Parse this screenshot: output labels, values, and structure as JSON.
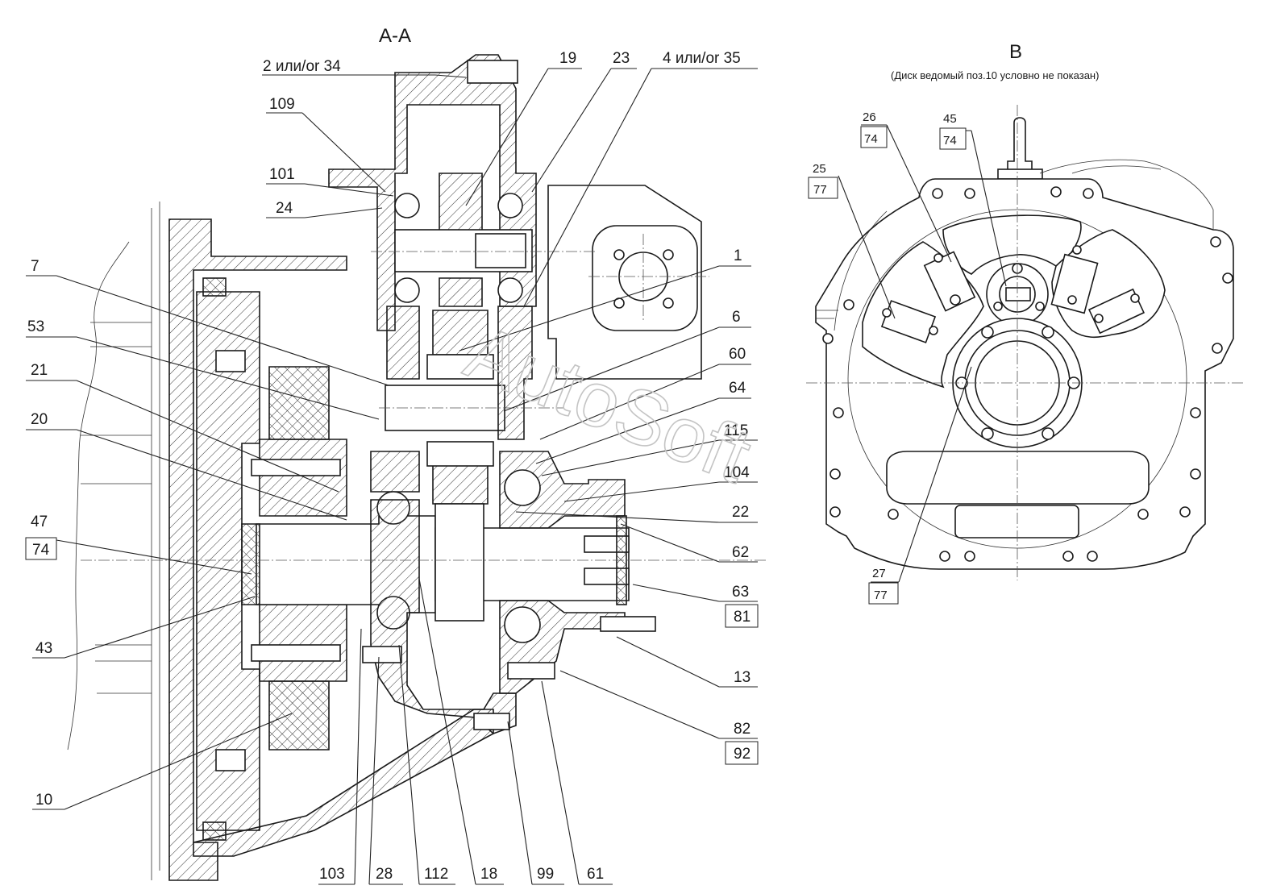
{
  "section_aa": {
    "title": "А-А",
    "callouts_left": [
      {
        "label": "7"
      },
      {
        "label": "53"
      },
      {
        "label": "21"
      },
      {
        "label": "20"
      },
      {
        "label": "47",
        "sub": "74"
      },
      {
        "label": "43"
      },
      {
        "label": "10"
      }
    ],
    "callouts_top": [
      {
        "label": "2 или/or  34"
      },
      {
        "label": "109"
      },
      {
        "label": "101"
      },
      {
        "label": "24"
      },
      {
        "label": "19"
      },
      {
        "label": "23"
      },
      {
        "label": "4 или/or  35"
      }
    ],
    "callouts_right": [
      {
        "label": "1"
      },
      {
        "label": "6"
      },
      {
        "label": "60"
      },
      {
        "label": "64"
      },
      {
        "label": "115"
      },
      {
        "label": "104"
      },
      {
        "label": "22"
      },
      {
        "label": "62"
      },
      {
        "label": "63",
        "sub": "81"
      },
      {
        "label": "13"
      },
      {
        "label": "82",
        "sub": "92"
      }
    ],
    "callouts_bottom": [
      {
        "label": "103"
      },
      {
        "label": "28"
      },
      {
        "label": "112"
      },
      {
        "label": "18"
      },
      {
        "label": "99"
      },
      {
        "label": "61"
      }
    ]
  },
  "view_b": {
    "title": "B",
    "note": "(Диск ведомый поз.10 условно не показан)",
    "callouts": [
      {
        "label": "26",
        "sub": "74"
      },
      {
        "label": "45",
        "sub": "74"
      },
      {
        "label": "25",
        "sub": "77"
      },
      {
        "label": "27",
        "sub": "77"
      }
    ]
  },
  "watermark": "AutoSoft",
  "colors": {
    "line": "#1a1a1a",
    "background": "#ffffff",
    "watermark": "#c4c4c4"
  }
}
